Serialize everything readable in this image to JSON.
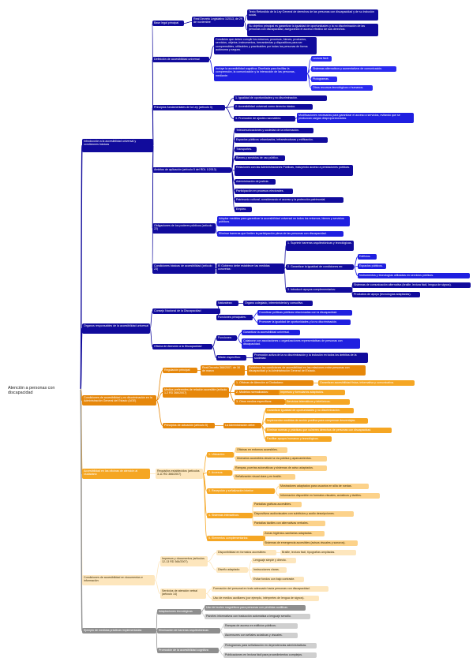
{
  "colors": {
    "navy": "#110b9c",
    "navy_alt": "#1a0f8c",
    "blue": "#1f1fe0",
    "blue_light": "#2a2af0",
    "orange": "#e6870a",
    "orange_mid": "#f5a623",
    "orange_light": "#fcd28a",
    "orange_pale": "#fde6bd",
    "gray": "#8e8e8e",
    "gray_light": "#cfcfcf",
    "line": "#d2d2d2"
  },
  "root": "Atención a personas con discapacidad",
  "nodes": [
    {
      "id": "n1",
      "text": "Introducción a la accesibilidad universal y condiciones básicas"
    },
    {
      "id": "n1a",
      "text": "Base legal principal"
    },
    {
      "id": "n1a1",
      "text": "Real Decreto Legislativo 1/2013, de 29 de noviembre"
    },
    {
      "id": "n1a1a",
      "text": "Texto Refundido de la Ley General de derechos de las personas con discapacidad y de su inclusión social."
    },
    {
      "id": "n1a1b",
      "text": "Su objetivo principal es garantizar la igualdad de oportunidades y la no discriminación de las personas con discapacidad, asegurando el acceso efectivo de sus derechos."
    },
    {
      "id": "n1b",
      "text": "Definición de accesibilidad universal"
    },
    {
      "id": "n1b1",
      "text": "Condición que deben cumplir los entornos, procesos, bienes, productos, servicios, objetos, instrumentos, herramientas y dispositivos para ser comprensibles, utilizables y practicables por todas las personas de forma autónoma y segura."
    },
    {
      "id": "n1b2",
      "text": "Incluye la accesibilidad cognitiva: Diseñada para facilitar la comprensión, la comunicación y la interacción de las personas, mediante:"
    },
    {
      "id": "n1b2a",
      "text": "Lectura fácil."
    },
    {
      "id": "n1b2b",
      "text": "Sistemas alternativos y aumentativos de comunicación."
    },
    {
      "id": "n1b2c",
      "text": "Pictogramas."
    },
    {
      "id": "n1b2d",
      "text": "Otros recursos tecnológicos o humanos."
    },
    {
      "id": "n1c",
      "text": "Principios fundamentales de la Ley (artículo 3)"
    },
    {
      "id": "n1c1",
      "text": "1.  Igualdad de oportunidades y no discriminación."
    },
    {
      "id": "n1c2",
      "text": "2.  Accesibilidad universal como derecho básico."
    },
    {
      "id": "n1c3",
      "text": "3.  Promoción de ajustes razonables:"
    },
    {
      "id": "n1c3a",
      "text": "Modificaciones necesarias para garantizar el acceso a servicios, evitando que se produzcan cargas desproporcionadas."
    },
    {
      "id": "n1d",
      "text": "Ámbitos de aplicación (artículo 5 del RDL 1/2013)"
    },
    {
      "id": "n1d1",
      "text": "Telecomunicaciones y sociedad de la información."
    },
    {
      "id": "n1d2",
      "text": "Espacios públicos urbanizados, infraestructuras y edificación."
    },
    {
      "id": "n1d3",
      "text": "Transportes."
    },
    {
      "id": "n1d4",
      "text": "Bienes y servicios de uso público."
    },
    {
      "id": "n1d5",
      "text": "Relaciones con las Administraciones Públicas, incluyendo acceso a prestaciones públicas."
    },
    {
      "id": "n1d6",
      "text": "Administración de justicia."
    },
    {
      "id": "n1d7",
      "text": "Participación en procesos electorales."
    },
    {
      "id": "n1d8",
      "text": "Patrimonio cultural, considerando el acceso y la protección patrimonial."
    },
    {
      "id": "n1d9",
      "text": "Empleo."
    },
    {
      "id": "n1e",
      "text": "Obligaciones de los poderes públicos (artículo 22)"
    },
    {
      "id": "n1e1",
      "text": "Adoptar medidas para garantizar la accesibilidad universal en todos los entornos, bienes y servicios públicos."
    },
    {
      "id": "n1e2",
      "text": "Eliminar barreras que limiten la participación plena de las personas con discapacidad."
    },
    {
      "id": "n1f",
      "text": "Condiciones básicas de accesibilidad (artículo 23)"
    },
    {
      "id": "n1f1",
      "text": "El Gobierno debe establecer las medidas concretas:"
    },
    {
      "id": "n1f1a",
      "text": "1.  Suprimir barreras arquitectónicas y tecnológicas."
    },
    {
      "id": "n1f1b",
      "text": "2.  Garantizar la igualdad de condiciones en:"
    },
    {
      "id": "n1f1b1",
      "text": "Edificios."
    },
    {
      "id": "n1f1b2",
      "text": "Espacios públicos."
    },
    {
      "id": "n1f1b3",
      "text": "Instrumentos y tecnologías utilizadas en servicios públicos."
    },
    {
      "id": "n1f1c",
      "text": "3.  Introducir apoyos complementarios:"
    },
    {
      "id": "n1f1c1",
      "text": "Sistemas de comunicación alternativa (braille, lectura fácil, lengua de signos)."
    },
    {
      "id": "n1f1c2",
      "text": "Productos de apoyo (tecnologías adaptadas)."
    },
    {
      "id": "n2",
      "text": "Órganos responsables de la accesibilidad universal"
    },
    {
      "id": "n2a",
      "text": "Consejo Nacional de la Discapacidad"
    },
    {
      "id": "n2a1",
      "text": "Naturaleza:"
    },
    {
      "id": "n2a1a",
      "text": "Órgano colegiado, interministerial y consultivo."
    },
    {
      "id": "n2a2",
      "text": "Funciones principales:"
    },
    {
      "id": "n2a2a",
      "text": "Coordinar políticas públicas relacionadas con la discapacidad."
    },
    {
      "id": "n2a2b",
      "text": "Promover la igualdad de oportunidades y la no discriminación."
    },
    {
      "id": "n2b",
      "text": "Oficina de Atención a la Discapacidad"
    },
    {
      "id": "n2b1",
      "text": "Funciones:"
    },
    {
      "id": "n2b1a",
      "text": "Garantizar la accesibilidad universal."
    },
    {
      "id": "n2b1b",
      "text": "Colaborar con asociaciones u organizaciones representativas de personas con discapacidad."
    },
    {
      "id": "n2b2",
      "text": "Misión específica:"
    },
    {
      "id": "n2b2a",
      "text": "Promoción activa de la no discriminación y la inclusión en todos los ámbitos de la sociedad."
    },
    {
      "id": "n3",
      "text": "Condiciones de accesibilidad y no discriminación en la Administración General del Estado (AGE)"
    },
    {
      "id": "n3a",
      "text": "Regulación principal"
    },
    {
      "id": "n3a1",
      "text": "Real Decreto 366/2007, de 16 de marzo"
    },
    {
      "id": "n3a1a",
      "text": "Establece las condiciones de accesibilidad en las relaciones entre personas con discapacidad y la Administración General del Estado."
    },
    {
      "id": "n3b",
      "text": "Medios preferentes de relación accesible (artículo 1.2 RD 366/2007)"
    },
    {
      "id": "n3b1",
      "text": "1.  Oficinas de Atención al Ciudadano:"
    },
    {
      "id": "n3b1a",
      "text": "Garantizan accesibilidad física, informativa y comunicativa."
    },
    {
      "id": "n3b2",
      "text": "2.  Modelos normalizados:"
    },
    {
      "id": "n3b2a",
      "text": "Impresos y formularios adaptados."
    },
    {
      "id": "n3b3",
      "text": "3.  Otros medios específicos:"
    },
    {
      "id": "n3b3a",
      "text": "Servicios telemáticos y telefónicos."
    },
    {
      "id": "n3c",
      "text": "Principios de actuación (artículo 5)"
    },
    {
      "id": "n3c1",
      "text": "La Administración debe:"
    },
    {
      "id": "n3c1a",
      "text": "Garantizar igualdad de oportunidades y no discriminación."
    },
    {
      "id": "n3c1b",
      "text": "Implementar medidas de acción positiva para compensar desventajas."
    },
    {
      "id": "n3c1c",
      "text": "Eliminar normas y prácticas que vulneren derechos de personas con discapacidad."
    },
    {
      "id": "n3c1d",
      "text": "Facilitar apoyos humanos y tecnológicos."
    },
    {
      "id": "n4",
      "text": "Accesibilidad en las oficinas de atención al ciudadano"
    },
    {
      "id": "n4a",
      "text": "Requisitos establecidos (artículos 3-11 RD 366/2007)"
    },
    {
      "id": "n4a1",
      "text": "1.  Ubicación:"
    },
    {
      "id": "n4a1a",
      "text": "Oficinas en entornos accesibles."
    },
    {
      "id": "n4a1b",
      "text": "Itinerarios accesibles desde la vía pública y aparcamientos."
    },
    {
      "id": "n4a2",
      "text": "2.  Accesos:"
    },
    {
      "id": "n4a2a",
      "text": "Rampas, puertas automáticas y sistemas de aviso adaptados."
    },
    {
      "id": "n4a2b",
      "text": "Señalización visual clara y en braille."
    },
    {
      "id": "n4a3",
      "text": "3.  Recepción y señalización interior:"
    },
    {
      "id": "n4a3a",
      "text": "Mostradores adaptados para usuarios en silla de ruedas."
    },
    {
      "id": "n4a3b",
      "text": "Información disponible en formatos visuales, acústicos y táctiles."
    },
    {
      "id": "n4a4",
      "text": "4.  Sistemas interactivos:"
    },
    {
      "id": "n4a4a",
      "text": "Pantallas gráficas accesibles."
    },
    {
      "id": "n4a4b",
      "text": "Dispositivos audiovisuales con subtítulos y audio descripciones."
    },
    {
      "id": "n4a4c",
      "text": "Pantallas táctiles con alternativas verbales."
    },
    {
      "id": "n4a5",
      "text": "5.  Elementos complementarios:"
    },
    {
      "id": "n4a5a",
      "text": "Zonas higiénico-sanitarias adaptadas."
    },
    {
      "id": "n4a5b",
      "text": "Sistemas de emergencia accesibles (avisos visuales y sonoros)."
    },
    {
      "id": "n5",
      "text": "Condiciones de accesibilidad en documentos e información"
    },
    {
      "id": "n5a",
      "text": "Impresos y documentos (artículos 12-13 RD 366/2007)"
    },
    {
      "id": "n5a1",
      "text": "Disponibilidad en formatos accesibles:"
    },
    {
      "id": "n5a1a",
      "text": "Braille, lectura fácil, tipografías ampliadas."
    },
    {
      "id": "n5a2",
      "text": "Diseño adaptado:"
    },
    {
      "id": "n5a2a",
      "text": "Lenguaje simple y directo."
    },
    {
      "id": "n5a2b",
      "text": "Instrucciones claras."
    },
    {
      "id": "n5a2c",
      "text": "Evitar fondos con bajo contraste."
    },
    {
      "id": "n5b",
      "text": "Servicios de atención verbal (artículo 14)"
    },
    {
      "id": "n5b1",
      "text": "Formación del personal en trato adecuado hacia personas con discapacidad."
    },
    {
      "id": "n5b2",
      "text": "Uso de medios auxiliares (por ejemplo, intérpretes de lengua de signos)."
    },
    {
      "id": "n6",
      "text": "Ejemplo de medidas prácticas implementadas"
    },
    {
      "id": "n6a",
      "text": "Adaptaciones tecnológicas"
    },
    {
      "id": "n6a1",
      "text": "Uso de bucles magnéticos para personas con pérdidas auditivas."
    },
    {
      "id": "n6a2",
      "text": "Paneles informativos con traducción automática a lenguaje sencillo."
    },
    {
      "id": "n6b",
      "text": "Eliminación de barreras arquitectónicas"
    },
    {
      "id": "n6b1",
      "text": "Rampas de acceso en edificios públicos."
    },
    {
      "id": "n6b2",
      "text": "Ascensores con señales acústicas y visuales."
    },
    {
      "id": "n6c",
      "text": "Promoción de la accesibilidad cognitiva"
    },
    {
      "id": "n6c1",
      "text": "Pictogramas para señalización en dependencias administrativas."
    },
    {
      "id": "n6c2",
      "text": "Publicaciones en lectura fácil para procedimientos complejos."
    }
  ]
}
